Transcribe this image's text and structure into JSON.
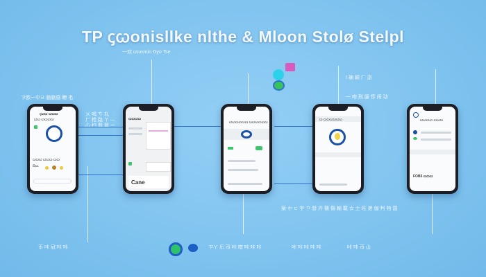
{
  "title": "TP ꞔꞷonisllke nlthe & Mloon Stolø Stelpl",
  "labels": {
    "top_left": "一欢 ususmin Gyo Tse",
    "left": "ㄗ欧ㄧ中ㄹ 脑脑感 瞭 毛",
    "right_top": "Ⅰ 确 颖 厂 宓",
    "right_mid": "一 吻 刑 腺 惇 闹 动",
    "between_1_2": "ㄨ 喝 ㄘ 丸\nㄏ 枪 路 ㄚ —\n心 扫 翡 翠 ㄧ",
    "bottom_caption": "案 ホ ㄷ 宇 ㄗ 發  卉 襲 傷 輸 載 ㄊ 土 旺 弟   伽 判 物 国",
    "footer_left": "帀 咔 冠 咔 咔",
    "footer_mid": "ㄗㄚ 乐 帀 咔 唿 咔 咔 咔",
    "footer_mid2": "咔 咔 咔 咔 咔",
    "footer_right": "咔 咔 帀 山"
  },
  "phones": [
    {
      "header": "ꞔꞷꞷ ꞷꞷꞷ",
      "sub": "ꞷꞷ ꞷꞷꞷꞷ",
      "section": "ꞷꞷꞷ ꞷꞷꞷ ꞷꞷ",
      "row": "Ꞝꞷ."
    },
    {
      "header": "ꞷꞷꞷꞷ",
      "footer": "Cane"
    },
    {
      "header": "ꞷꞷꞷꞷꞷꞷ ꞷꞷꞷꞷꞷꞷ"
    },
    {
      "header": "ꞷ ꞷꞷꞷꞷꞷꞷ"
    },
    {
      "header": "ꞷꞷꞷꞷ ꞷꞷꞷ",
      "footer": "FOB3 ꞷꞷꞷ"
    }
  ],
  "colors": {
    "accent": "#1a4fa8",
    "background": "#7fc3ef",
    "green": "#3ec46d",
    "yellow": "#f2c83a"
  }
}
